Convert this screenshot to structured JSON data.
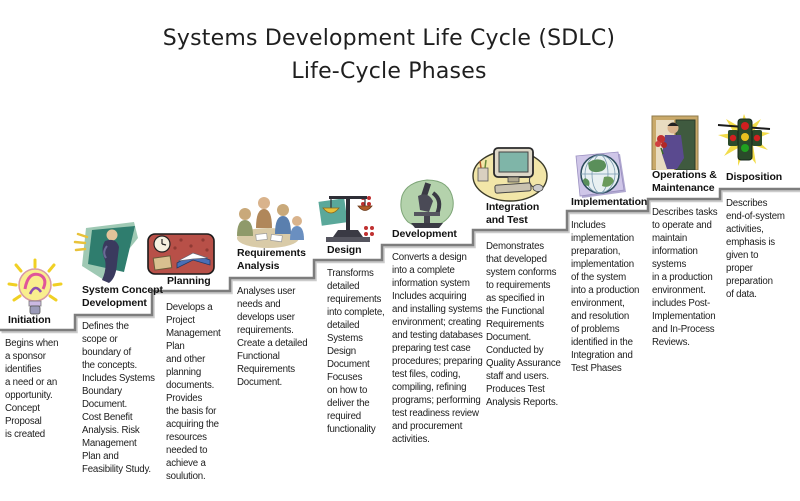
{
  "title": {
    "line1": "Systems Development Life Cycle (SDLC)",
    "line2": "Life-Cycle Phases"
  },
  "colors": {
    "step_line": "#7d7d7d",
    "step_shadow": "#cccccc",
    "heading_text": "#121212",
    "body_text": "#1c1c1c",
    "title_text": "#1f1f1f"
  },
  "phases": [
    {
      "name": "Initiation",
      "icon": "lightbulb-icon",
      "description": "Begins when\na sponsor\nidentifies\na need or an\nopportunity.\nConcept\nProposal\nis created"
    },
    {
      "name": "System Concept\nDevelopment",
      "icon": "thinking-person-icon",
      "description": "Defines the\nscope or\nboundary of\nthe concepts.\nIncludes Systems\nBoundary\nDocument.\nCost Benefit\nAnalysis. Risk\nManagement\nPlan and\nFeasibility Study."
    },
    {
      "name": "Planning",
      "icon": "book-clock-icon",
      "description": "Develops a\nProject\nManagement\nPlan\nand other\nplanning\ndocuments.\nProvides\nthe basis for\nacquiring the\nresources\nneeded to\nachieve a\nsoulution."
    },
    {
      "name": "Requirements\nAnalysis",
      "icon": "team-meeting-icon",
      "description": "Analyses user\nneeds and\ndevelops user\nrequirements.\nCreate a detailed\nFunctional\nRequirements\nDocument."
    },
    {
      "name": "Design",
      "icon": "balance-scale-icon",
      "description": "Transforms\ndetailed\nrequirements\ninto complete,\ndetailed\nSystems\nDesign\nDocument\nFocuses\non how to\ndeliver the\nrequired\nfunctionality"
    },
    {
      "name": "Development",
      "icon": "microscope-icon",
      "description": "Converts a design\ninto a complete\ninformation system\nIncludes acquiring\nand installing systems\nenvironment; creating\nand testing databases\npreparing test case\nprocedures; preparing\ntest files, coding,\ncompiling, refining\nprograms; performing\ntest readiness review\nand procurement\nactivities."
    },
    {
      "name": "Integration\nand Test",
      "icon": "computer-icon",
      "description": "Demonstrates\nthat developed\nsystem conforms\nto requirements\nas specified in\nthe Functional\nRequirements\nDocument.\nConducted by\nQuality Assurance\nstaff and users.\nProduces Test\nAnalysis Reports."
    },
    {
      "name": "Implementation",
      "icon": "globe-icon",
      "description": "Includes\nimplementation\npreparation,\nimplementation\nof the system\ninto a production\nenvironment,\nand resolution\nof problems\nidentified in the\nIntegration and\nTest Phases"
    },
    {
      "name": "Operations &\nMaintenance",
      "icon": "doorman-icon",
      "description": "Describes tasks\nto operate and\nmaintain\ninformation\nsystems\nin a production\nenvironment.\nincludes Post-\nImplementation\nand In-Process\nReviews."
    },
    {
      "name": "Disposition",
      "icon": "traffic-light-icon",
      "description": "Describes\nend-of-system\nactivities,\nemphasis is\ngiven to\nproper\npreparation\nof data."
    }
  ]
}
